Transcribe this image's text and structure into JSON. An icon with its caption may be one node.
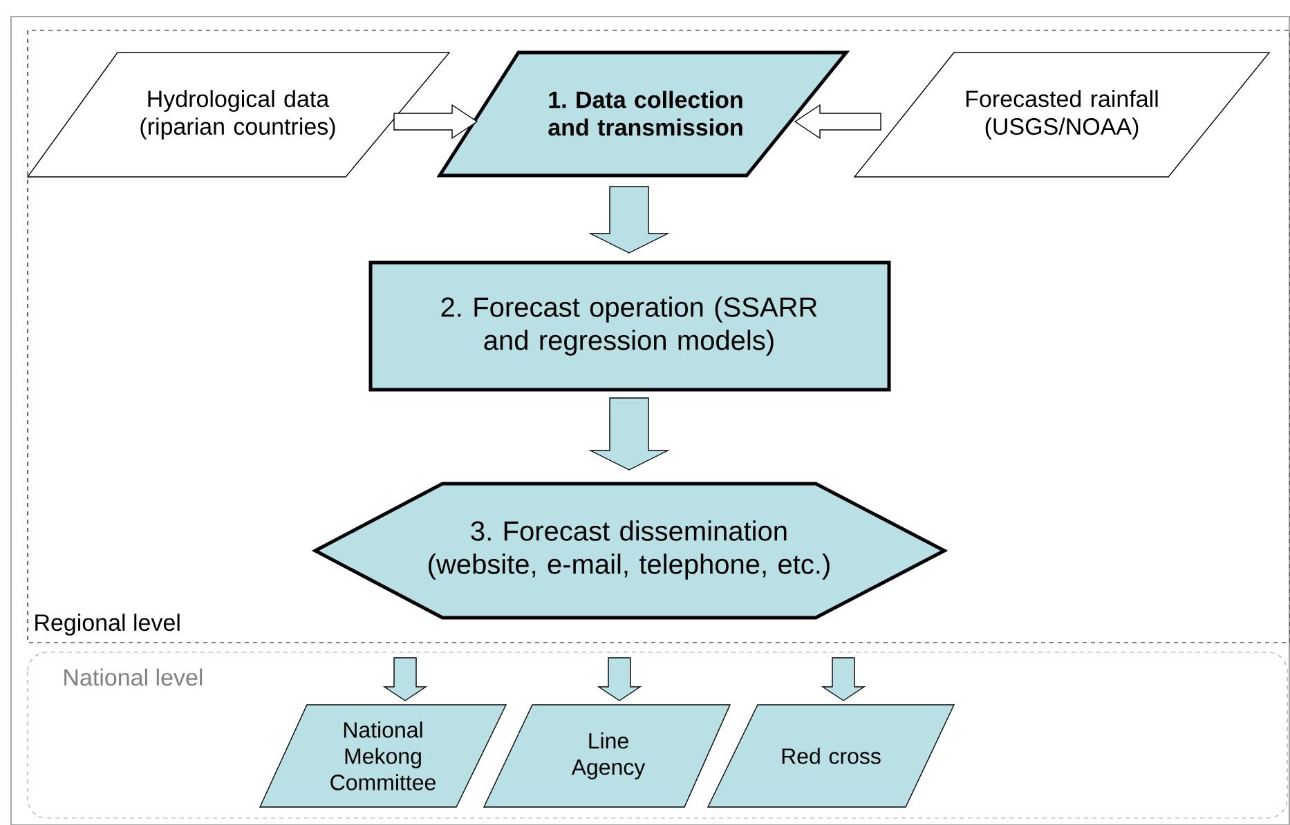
{
  "diagram": {
    "nodes": [
      {
        "text": [
          "Regional level"
        ]
      },
      {
        "text": [
          "Hydrological data (riparian countries)"
        ],
        "in": 0
      },
      {
        "text": [
          "1. Data collection and transmission"
        ],
        "in": 0
      },
      {
        "text": [
          "Forecasted rainfall (USGS/NOAA)"
        ],
        "in": 0
      },
      {
        "text": [
          "2. Forecast operation (SSARR and regression models)"
        ],
        "in": 0
      },
      {
        "text": [
          "3. Forecast dissemination (website, e-mail, telephone, etc.)"
        ],
        "in": 0
      },
      {
        "text": [
          "National level"
        ]
      },
      {
        "text": [
          "National Mekong Committee"
        ],
        "in": 6
      },
      {
        "text": [
          "Line Agency"
        ],
        "in": 6
      },
      {
        "text": [
          "Red cross"
        ],
        "in": 6
      }
    ],
    "edges": [
      {
        "from": 1,
        "to": 2,
        "arrow": "to",
        "color": "#ffffff"
      },
      {
        "from": 3,
        "to": 2,
        "arrow": "to",
        "color": "#ffffff"
      },
      {
        "from": 2,
        "to": 4,
        "arrow": "to"
      },
      {
        "from": 4,
        "to": 5,
        "arrow": "to"
      },
      {
        "from": 5,
        "to": 7,
        "arrow": "to"
      },
      {
        "from": 5,
        "to": 8,
        "arrow": "to"
      },
      {
        "from": 5,
        "to": 9,
        "arrow": "to"
      }
    ]
  }
}
